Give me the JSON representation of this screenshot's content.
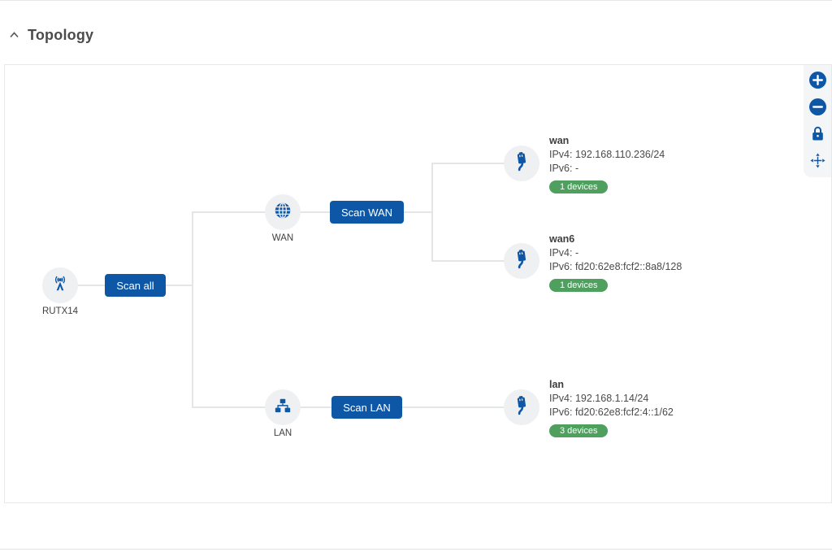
{
  "header": {
    "title": "Topology"
  },
  "topology": {
    "root": {
      "label": "RUTX14",
      "scan_button": "Scan all"
    },
    "wan_group": {
      "label": "WAN",
      "scan_button": "Scan WAN"
    },
    "lan_group": {
      "label": "LAN",
      "scan_button": "Scan LAN"
    },
    "interfaces": [
      {
        "name": "wan",
        "ipv4": "IPv4: 192.168.110.236/24",
        "ipv6": "IPv6: -",
        "devices_badge": "1 devices"
      },
      {
        "name": "wan6",
        "ipv4": "IPv4: -",
        "ipv6": "IPv6: fd20:62e8:fcf2::8a8/128",
        "devices_badge": "1 devices"
      },
      {
        "name": "lan",
        "ipv4": "IPv4: 192.168.1.14/24",
        "ipv6": "IPv6: fd20:62e8:fcf2:4::1/62",
        "devices_badge": "3 devices"
      }
    ]
  },
  "toolbar": {
    "icons": [
      "zoom-in",
      "zoom-out",
      "lock",
      "pan"
    ]
  },
  "colors": {
    "accent_blue": "#0d57a6",
    "badge_green": "#4f9f5e",
    "node_background": "#eef0f2",
    "connector_line": "#e3e5e7"
  }
}
